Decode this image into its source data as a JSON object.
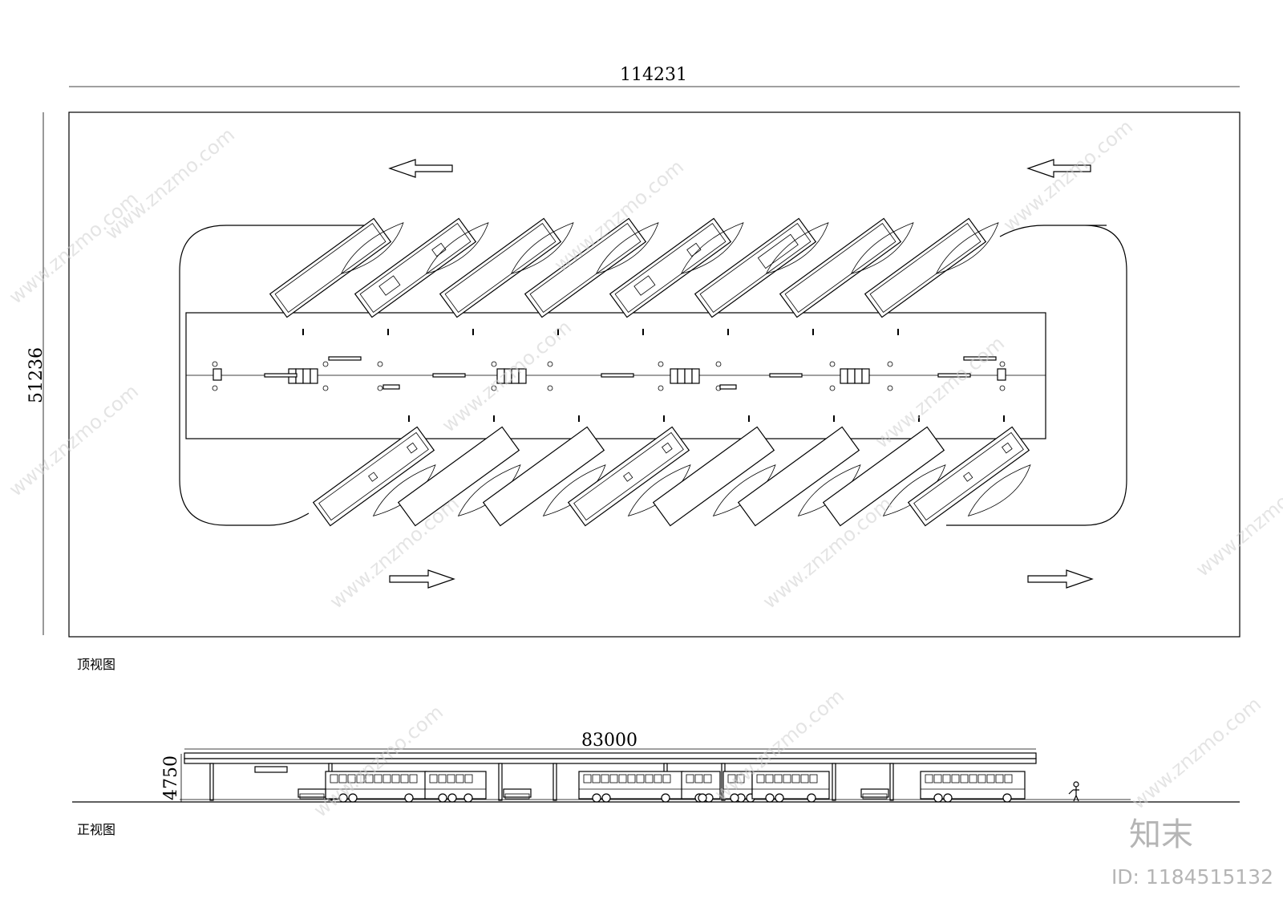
{
  "dimensions": {
    "plan_width": "114231",
    "plan_height": "51236",
    "elevation_width": "83000",
    "elevation_height": "4750"
  },
  "captions": {
    "top_view": "顶视图",
    "front_view": "正视图"
  },
  "watermark": {
    "site": "www.znzmo.com",
    "brand": "知末",
    "id": "ID: 1184515132"
  },
  "colors": {
    "line": "#000000",
    "watermark": "#b5b5b5",
    "background": "#ffffff"
  }
}
